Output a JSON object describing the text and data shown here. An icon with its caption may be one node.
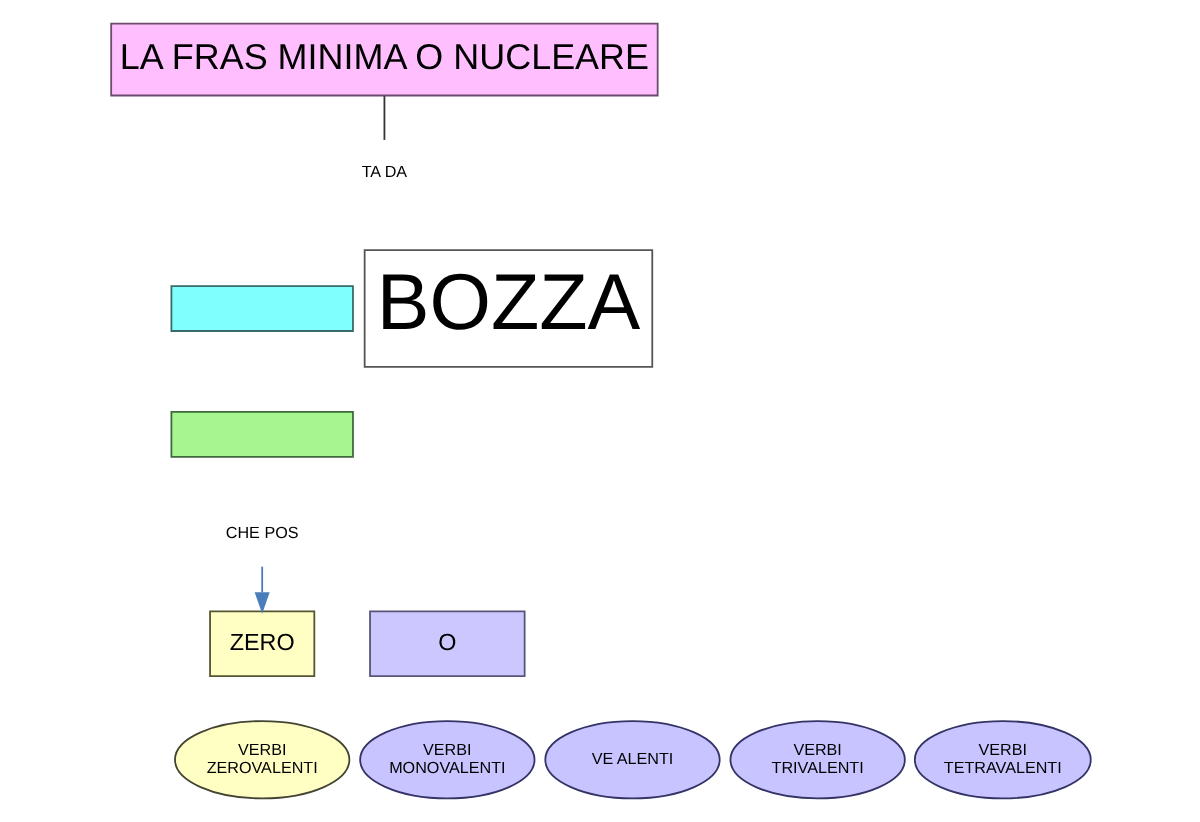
{
  "diagram": {
    "nodes": [
      {
        "text": [
          "LA FRAS MINIMA O NUCLEARE"
        ]
      },
      {
        "text": [
          "TA DA"
        ]
      },
      {
        "text": [],
        "shape": "box"
      },
      {
        "text": [],
        "shape": "box"
      },
      {
        "text": [
          "CHE POS"
        ]
      },
      {
        "text": [
          "ZERO"
        ]
      },
      {
        "text": [
          "O"
        ]
      },
      {
        "text": [
          "VERBI ZEROVALENTI"
        ]
      },
      {
        "text": [
          "VERBI MONOVALENTI"
        ]
      },
      {
        "text": [
          "VE ALENTI"
        ]
      },
      {
        "text": [
          "VERBI TRIVALENTI"
        ]
      },
      {
        "text": [
          "VERBI TETRAVALENTI"
        ]
      },
      {
        "text": [
          "BOZZA"
        ]
      }
    ],
    "edges": [
      {
        "from": 0,
        "to": 1,
        "arrow": "none"
      },
      {
        "from": 4,
        "to": 5,
        "arrow": "to",
        "color": "#4a7ebb"
      }
    ]
  }
}
